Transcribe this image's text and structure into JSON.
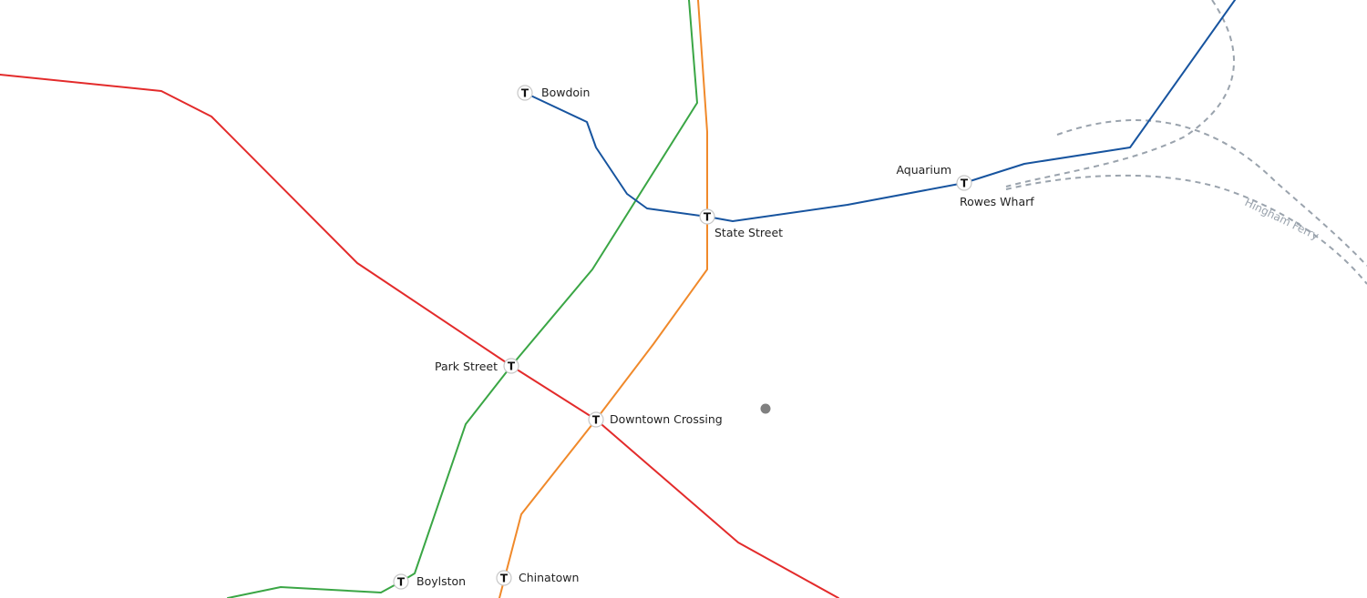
{
  "lines": [
    {
      "id": "red",
      "color": "#e32b2b"
    },
    {
      "id": "green",
      "color": "#3aa645"
    },
    {
      "id": "orange",
      "color": "#f0892a"
    },
    {
      "id": "blue",
      "color": "#17549f"
    }
  ],
  "ferry": {
    "label": "Hingham Ferry",
    "color": "#9aa3ad"
  },
  "stations": {
    "bowdoin": "Bowdoin",
    "state_street": "State Street",
    "aquarium": "Aquarium",
    "rowes_wharf": "Rowes Wharf",
    "park_street": "Park Street",
    "downtown_crossing": "Downtown Crossing",
    "boylston": "Boylston",
    "chinatown": "Chinatown"
  },
  "station_icon": {
    "glyph": "T",
    "name": "mbta-t-icon"
  },
  "location_marker": {
    "color": "#808080"
  }
}
